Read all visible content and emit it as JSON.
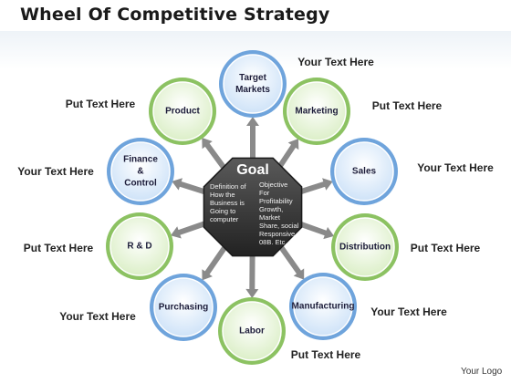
{
  "title": "Wheel Of Competitive Strategy",
  "goal": {
    "title": "Goal",
    "left_text": "Definition of\nHow the\nBusiness is\nGoing to\ncomputer",
    "right_text": "Objective\nFor\nProfitability\nGrowth,\nMarket\nShare, social\nResponsive\n08B. Etc."
  },
  "nodes": [
    {
      "label": "Target\nMarkets",
      "color": "blue"
    },
    {
      "label": "Marketing",
      "color": "green"
    },
    {
      "label": "Sales",
      "color": "blue"
    },
    {
      "label": "Distribution",
      "color": "green"
    },
    {
      "label": "Manufacturing",
      "color": "blue"
    },
    {
      "label": "Labor",
      "color": "green"
    },
    {
      "label": "Purchasing",
      "color": "blue"
    },
    {
      "label": "R & D",
      "color": "green"
    },
    {
      "label": "Finance\n&\nControl",
      "color": "blue"
    },
    {
      "label": "Product",
      "color": "green"
    }
  ],
  "outer_labels": [
    "Your Text Here",
    "Put Text Here",
    "Your Text Here",
    "Put Text Here",
    "Your Text Here",
    "Put Text Here",
    "Your Text Here",
    "Put Text Here",
    "Your Text Here",
    "Put Text Here"
  ],
  "logo": "Your Logo",
  "colors": {
    "blue_fill": "#dcebfa",
    "blue_ring": "#6fa4dc",
    "green_fill": "#e6f3d6",
    "green_ring": "#8cc262",
    "octagon": "#3a3a3a",
    "arrow": "#8a8a8a"
  }
}
